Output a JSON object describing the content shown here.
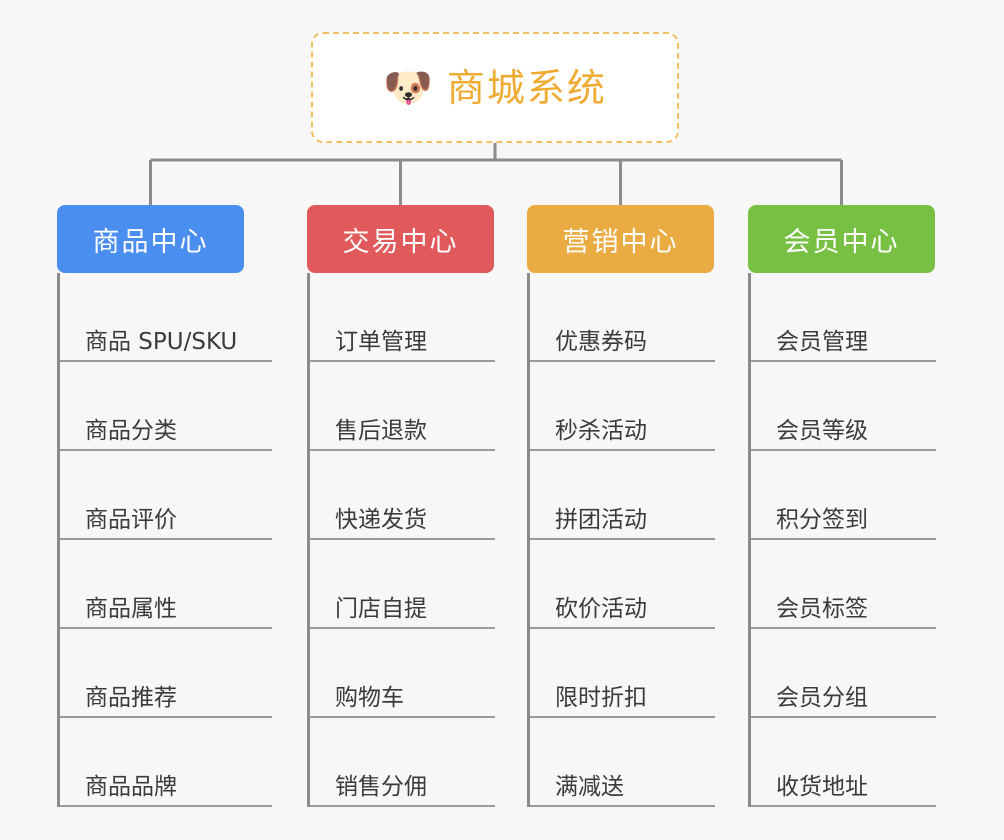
{
  "page": {
    "background_color": "#f7f7f7",
    "line_color": "#8c8c8c",
    "rule_color": "#9a9a9a"
  },
  "root": {
    "title": "商城系统",
    "icon": "dog-face-emoji",
    "icon_glyph": "🐶",
    "text_color": "#f0ab33",
    "border_color": "#f2c063",
    "background_color": "#ffffff"
  },
  "columns": [
    {
      "id": "product-center",
      "label": "商品中心",
      "color": "#4a8ef0",
      "items": [
        "商品 SPU/SKU",
        "商品分类",
        "商品评价",
        "商品属性",
        "商品推荐",
        "商品品牌"
      ]
    },
    {
      "id": "trade-center",
      "label": "交易中心",
      "color": "#e05a5c",
      "items": [
        "订单管理",
        "售后退款",
        "快递发货",
        "门店自提",
        "购物车",
        "销售分佣"
      ]
    },
    {
      "id": "marketing-center",
      "label": "营销中心",
      "color": "#eaab42",
      "items": [
        "优惠券码",
        "秒杀活动",
        "拼团活动",
        "砍价活动",
        "限时折扣",
        "满减送"
      ]
    },
    {
      "id": "member-center",
      "label": "会员中心",
      "color": "#77c043",
      "items": [
        "会员管理",
        "会员等级",
        "积分签到",
        "会员标签",
        "会员分组",
        "收货地址"
      ]
    }
  ]
}
